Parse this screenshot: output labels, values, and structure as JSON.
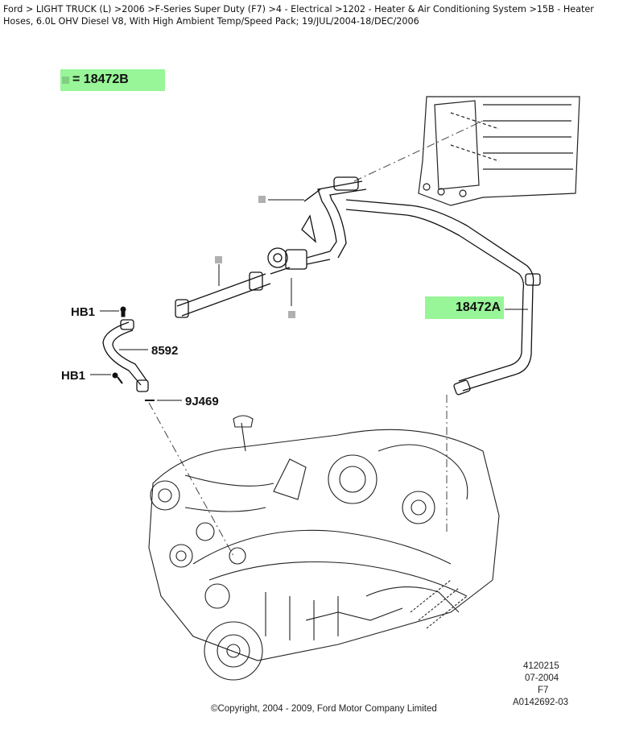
{
  "breadcrumb": "Ford > LIGHT TRUCK (L) >2006 >F-Series Super Duty (F7) >4 - Electrical >1202 - Heater & Air Conditioning System >15B - Heater Hoses, 6.0L OHV Diesel V8, With High Ambient Temp/Speed Pack; 19/JUL/2004-18/DEC/2006",
  "legend": {
    "equals_label": "= 18472B"
  },
  "callouts": {
    "hose_a": "18472A",
    "hb1_top": "HB1",
    "hb1_bottom": "HB1",
    "tube_8592": "8592",
    "clamp_9j469": "9J469"
  },
  "ref_block": {
    "line1": "4120215",
    "line2": "07-2004",
    "line3": "F7",
    "line4": "A0142692-03"
  },
  "copyright": "©Copyright, 2004 - 2009, Ford Motor Company Limited",
  "colors": {
    "highlight": "#98f598",
    "marker": "#b0b0b0"
  }
}
